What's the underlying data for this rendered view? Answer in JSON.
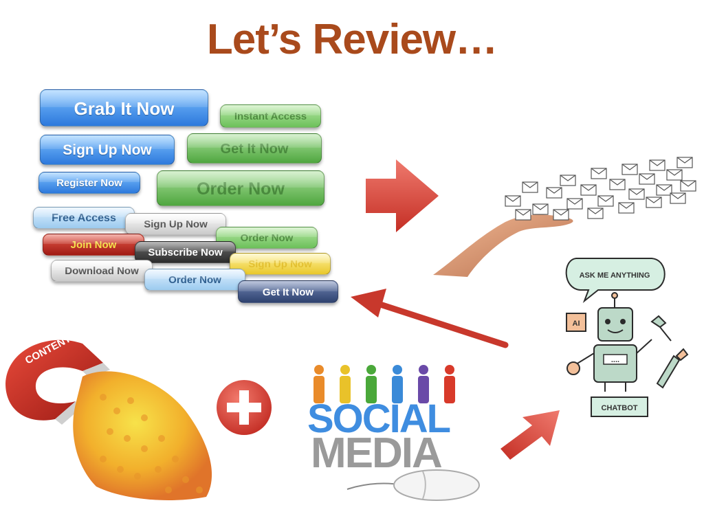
{
  "title": "Let’s Review…",
  "buttons": [
    {
      "label": "Grab It Now"
    },
    {
      "label": "Instant Access"
    },
    {
      "label": "Sign Up Now"
    },
    {
      "label": "Get It Now"
    },
    {
      "label": "Register Now"
    },
    {
      "label": "Order Now"
    },
    {
      "label": "Free Access"
    },
    {
      "label": "Sign Up Now"
    },
    {
      "label": "Order Now"
    },
    {
      "label": "Join Now"
    },
    {
      "label": "Subscribe Now"
    },
    {
      "label": "Sign Up Now"
    },
    {
      "label": "Download Now"
    },
    {
      "label": "Order Now"
    },
    {
      "label": "Get It Now"
    }
  ],
  "magnet": {
    "label": "CONTENT"
  },
  "social_media": {
    "word1": "SOCIAL",
    "word2": "MEDIA"
  },
  "chatbot": {
    "bubble": "ASK ME ANYTHING",
    "chip": "AI",
    "screen": "....",
    "sign": "CHATBOT"
  },
  "colors": {
    "title": "#a94a1c",
    "arrow": "#d9443a",
    "plus": "#d9443a"
  }
}
